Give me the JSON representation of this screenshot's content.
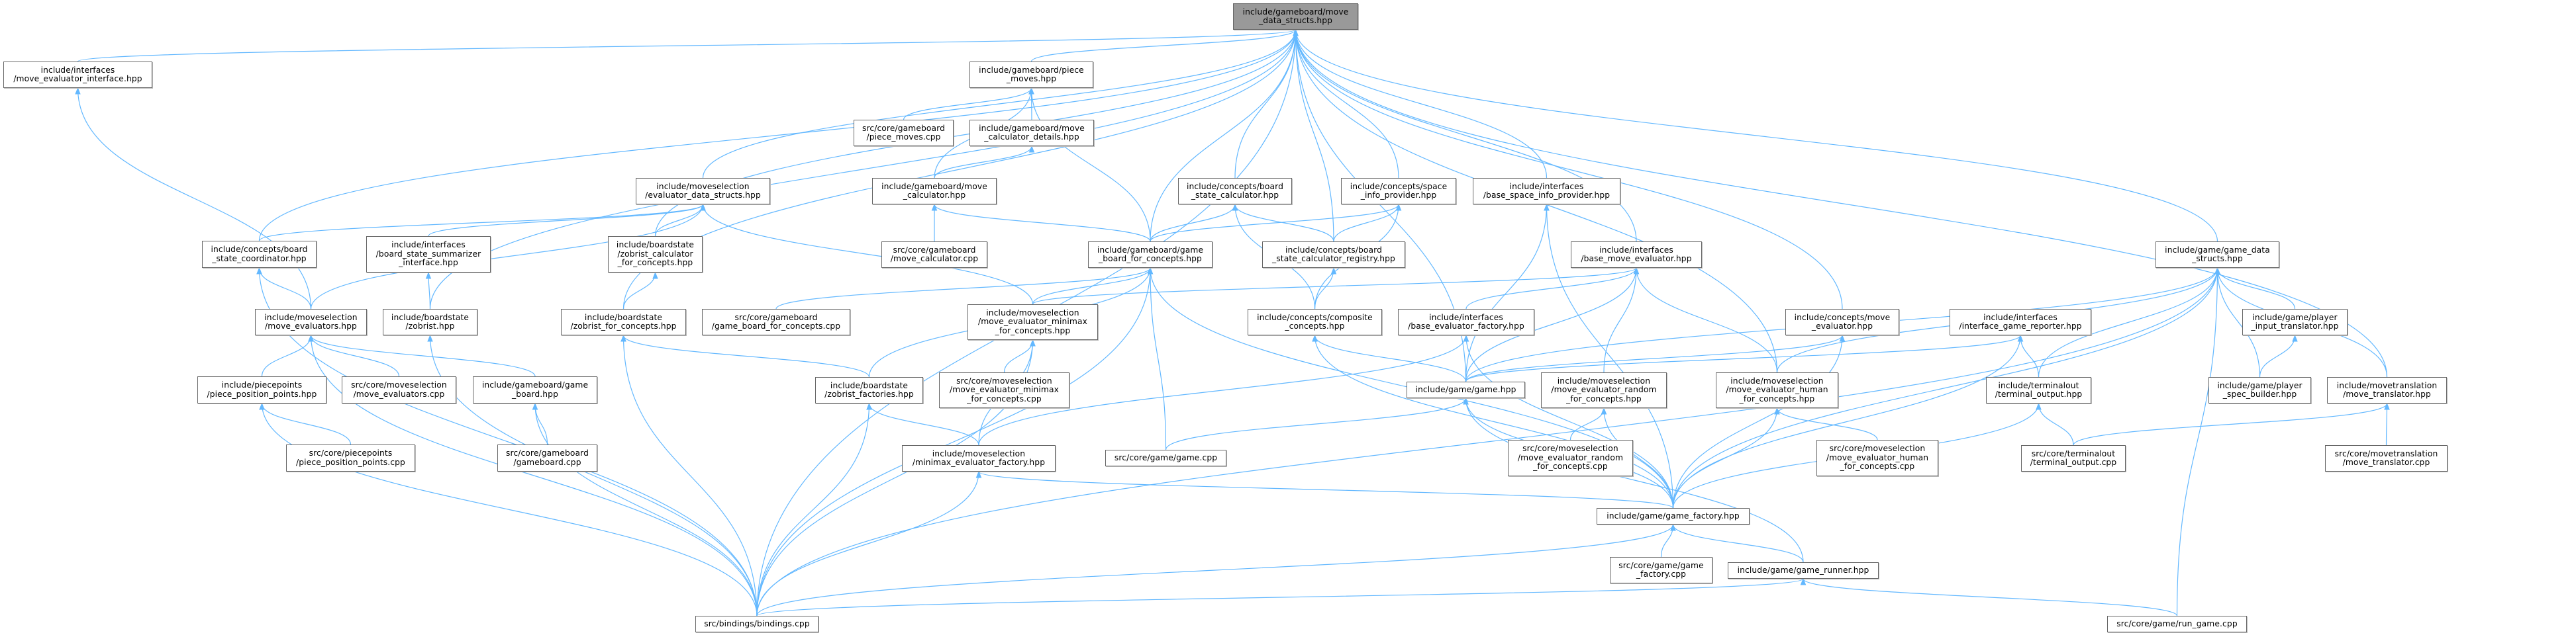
{
  "graph": {
    "title": "include/gameboard/move_data_structs.hpp",
    "edge_color": "#63b8ff",
    "root_fill": "#999999"
  },
  "nodes": {
    "root": {
      "label": "include/gameboard/move\n_data_structs.hpp"
    },
    "mei": {
      "label": "include/interfaces\n/move_evaluator_interface.hpp"
    },
    "piece_moves": {
      "label": "include/gameboard/piece\n_moves.hpp"
    },
    "piece_moves_cpp": {
      "label": "src/core/gameboard\n/piece_moves.cpp"
    },
    "mcd": {
      "label": "include/gameboard/move\n_calculator_details.hpp"
    },
    "mc_hpp": {
      "label": "include/gameboard/move\n_calculator.hpp"
    },
    "mc_cpp": {
      "label": "src/core/gameboard\n/move_calculator.cpp"
    },
    "eds": {
      "label": "include/moveselection\n/evaluator_data_structs.hpp"
    },
    "bsc": {
      "label": "include/concepts/board\n_state_calculator.hpp"
    },
    "sip": {
      "label": "include/concepts/space\n_info_provider.hpp"
    },
    "bsip": {
      "label": "include/interfaces\n/base_space_info_provider.hpp"
    },
    "bsco": {
      "label": "include/concepts/board\n_state_coordinator.hpp"
    },
    "bssi": {
      "label": "include/interfaces\n/board_state_summarizer\n_interface.hpp"
    },
    "zcfc": {
      "label": "include/boardstate\n/zobrist_calculator\n_for_concepts.hpp"
    },
    "gbfc": {
      "label": "include/gameboard/game\n_board_for_concepts.hpp"
    },
    "bscr": {
      "label": "include/concepts/board\n_state_calculator_registry.hpp"
    },
    "bme": {
      "label": "include/interfaces\n/base_move_evaluator.hpp"
    },
    "gds": {
      "label": "include/game/game_data\n_structs.hpp"
    },
    "mevs": {
      "label": "include/moveselection\n/move_evaluators.hpp"
    },
    "zob": {
      "label": "include/boardstate\n/zobrist.hpp"
    },
    "zfc": {
      "label": "include/boardstate\n/zobrist_for_concepts.hpp"
    },
    "gbfc_cpp": {
      "label": "src/core/gameboard\n/game_board_for_concepts.cpp"
    },
    "mmx": {
      "label": "include/moveselection\n/move_evaluator_minimax\n_for_concepts.hpp"
    },
    "comp": {
      "label": "include/concepts/composite\n_concepts.hpp"
    },
    "bef": {
      "label": "include/interfaces\n/base_evaluator_factory.hpp"
    },
    "cme": {
      "label": "include/concepts/move\n_evaluator.hpp"
    },
    "igr": {
      "label": "include/interfaces\n/interface_game_reporter.hpp"
    },
    "pit": {
      "label": "include/game/player\n_input_translator.hpp"
    },
    "ppp": {
      "label": "include/piecepoints\n/piece_position_points.hpp"
    },
    "mev_cpp": {
      "label": "src/core/moveselection\n/move_evaluators.cpp"
    },
    "gb": {
      "label": "include/gameboard/game\n_board.hpp"
    },
    "zf": {
      "label": "include/boardstate\n/zobrist_factories.hpp"
    },
    "mmx_cpp": {
      "label": "src/core/moveselection\n/move_evaluator_minimax\n_for_concepts.cpp"
    },
    "game": {
      "label": "include/game/game.hpp"
    },
    "rnd": {
      "label": "include/moveselection\n/move_evaluator_random\n_for_concepts.hpp"
    },
    "hum": {
      "label": "include/moveselection\n/move_evaluator_human\n_for_concepts.hpp"
    },
    "to": {
      "label": "include/terminalout\n/terminal_output.hpp"
    },
    "psb": {
      "label": "include/game/player\n_spec_builder.hpp"
    },
    "mt": {
      "label": "include/movetranslation\n/move_translator.hpp"
    },
    "ppp_cpp": {
      "label": "src/core/piecepoints\n/piece_position_points.cpp"
    },
    "gb_cpp": {
      "label": "src/core/gameboard\n/gameboard.cpp"
    },
    "mef": {
      "label": "include/moveselection\n/minimax_evaluator_factory.hpp"
    },
    "game_cpp": {
      "label": "src/core/game/game.cpp"
    },
    "rnd_cpp": {
      "label": "src/core/moveselection\n/move_evaluator_random\n_for_concepts.cpp"
    },
    "hum_cpp": {
      "label": "src/core/moveselection\n/move_evaluator_human\n_for_concepts.cpp"
    },
    "to_cpp": {
      "label": "src/core/terminalout\n/terminal_output.cpp"
    },
    "mt_cpp": {
      "label": "src/core/movetranslation\n/move_translator.cpp"
    },
    "gf": {
      "label": "include/game/game_factory.hpp"
    },
    "gf_cpp": {
      "label": "src/core/game/game\n_factory.cpp"
    },
    "gr": {
      "label": "include/game/game_runner.hpp"
    },
    "bind": {
      "label": "src/bindings/bindings.cpp"
    },
    "rg": {
      "label": "src/core/game/run_game.cpp"
    }
  },
  "edges": [
    [
      "mei",
      "root"
    ],
    [
      "piece_moves",
      "root"
    ],
    [
      "eds",
      "root"
    ],
    [
      "bsc",
      "root"
    ],
    [
      "sip",
      "root"
    ],
    [
      "bsip",
      "root"
    ],
    [
      "bscr",
      "root"
    ],
    [
      "gbfc",
      "root"
    ],
    [
      "bme",
      "root"
    ],
    [
      "gds",
      "root"
    ],
    [
      "bsco",
      "root"
    ],
    [
      "zcfc",
      "root"
    ],
    [
      "zfc",
      "root"
    ],
    [
      "zob",
      "root"
    ],
    [
      "cme",
      "root"
    ],
    [
      "mt",
      "root"
    ],
    [
      "game",
      "root"
    ],
    [
      "hum",
      "root"
    ],
    [
      "bind",
      "root"
    ],
    [
      "mevs",
      "mei"
    ],
    [
      "mevs",
      "eds"
    ],
    [
      "mevs",
      "bsco"
    ],
    [
      "ppp",
      "mevs"
    ],
    [
      "mev_cpp",
      "mevs"
    ],
    [
      "gb",
      "mevs"
    ],
    [
      "bind",
      "mevs"
    ],
    [
      "ppp_cpp",
      "ppp"
    ],
    [
      "gb_cpp",
      "gb"
    ],
    [
      "bind",
      "ppp"
    ],
    [
      "bind",
      "gb"
    ],
    [
      "bind",
      "zob"
    ],
    [
      "bind",
      "zfc"
    ],
    [
      "bind",
      "zf"
    ],
    [
      "bind",
      "mef"
    ],
    [
      "bind",
      "gf"
    ],
    [
      "bind",
      "gr"
    ],
    [
      "bind",
      "bsco"
    ],
    [
      "bind",
      "gds"
    ],
    [
      "bind",
      "gbfc"
    ],
    [
      "bind",
      "mmx"
    ],
    [
      "piece_moves_cpp",
      "piece_moves"
    ],
    [
      "mcd",
      "piece_moves"
    ],
    [
      "mc_hpp",
      "mcd"
    ],
    [
      "mc_hpp",
      "piece_moves"
    ],
    [
      "mc_cpp",
      "mc_hpp"
    ],
    [
      "gbfc",
      "mc_hpp"
    ],
    [
      "gbfc",
      "bsc"
    ],
    [
      "gbfc",
      "piece_moves"
    ],
    [
      "gbfc",
      "sip"
    ],
    [
      "bscr",
      "bsc"
    ],
    [
      "bscr",
      "sip"
    ],
    [
      "comp",
      "bsc"
    ],
    [
      "comp",
      "bscr"
    ],
    [
      "comp",
      "sip"
    ],
    [
      "zcfc",
      "eds"
    ],
    [
      "zfc",
      "zcfc"
    ],
    [
      "zob",
      "bssi"
    ],
    [
      "bssi",
      "eds"
    ],
    [
      "bsco",
      "eds"
    ],
    [
      "gbfc_cpp",
      "gbfc"
    ],
    [
      "mmx",
      "eds"
    ],
    [
      "mmx",
      "bme"
    ],
    [
      "mmx",
      "gbfc"
    ],
    [
      "mmx_cpp",
      "mmx"
    ],
    [
      "zf",
      "zfc"
    ],
    [
      "zf",
      "gbfc"
    ],
    [
      "mef",
      "zf"
    ],
    [
      "mef",
      "mmx"
    ],
    [
      "mef",
      "bef"
    ],
    [
      "game_cpp",
      "game"
    ],
    [
      "game_cpp",
      "gbfc"
    ],
    [
      "bef",
      "bme"
    ],
    [
      "game",
      "bme"
    ],
    [
      "game",
      "comp"
    ],
    [
      "game",
      "gds"
    ],
    [
      "game",
      "cme"
    ],
    [
      "game",
      "igr"
    ],
    [
      "game",
      "bsip"
    ],
    [
      "rnd",
      "bme"
    ],
    [
      "rnd_cpp",
      "rnd"
    ],
    [
      "hum",
      "bme"
    ],
    [
      "hum",
      "gds"
    ],
    [
      "hum_cpp",
      "hum"
    ],
    [
      "to",
      "igr"
    ],
    [
      "to",
      "gds"
    ],
    [
      "to_cpp",
      "to"
    ],
    [
      "to_cpp",
      "mt"
    ],
    [
      "pit",
      "gds"
    ],
    [
      "psb",
      "pit"
    ],
    [
      "psb",
      "gds"
    ],
    [
      "mt_cpp",
      "mt"
    ],
    [
      "mt",
      "gds"
    ],
    [
      "gf",
      "game"
    ],
    [
      "gf",
      "rnd"
    ],
    [
      "gf",
      "hum"
    ],
    [
      "gf",
      "mef"
    ],
    [
      "gf",
      "bef"
    ],
    [
      "gf",
      "comp"
    ],
    [
      "gf",
      "to"
    ],
    [
      "gf",
      "igr"
    ],
    [
      "gf",
      "gds"
    ],
    [
      "gf",
      "gbfc"
    ],
    [
      "gf",
      "cme"
    ],
    [
      "gf",
      "bsip"
    ],
    [
      "gf_cpp",
      "gf"
    ],
    [
      "gr",
      "gf"
    ],
    [
      "gr",
      "game"
    ],
    [
      "rg",
      "gr"
    ],
    [
      "rg",
      "gds"
    ]
  ]
}
